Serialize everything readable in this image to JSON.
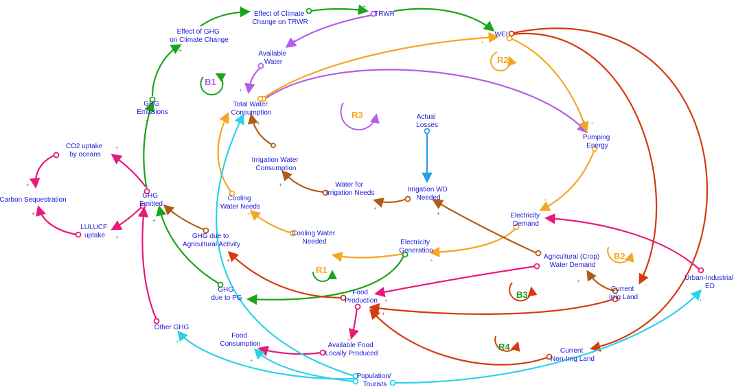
{
  "colors": {
    "text": "#1a1ad6",
    "green": "#1aa51a",
    "purple": "#b65ce8",
    "orange": "#f5a623",
    "brown": "#b35b14",
    "red": "#d63a0f",
    "pink": "#e8197b",
    "cyan": "#2ad3e8",
    "blue": "#2a9ee8"
  },
  "nodes": {
    "effect_ghg_climate": [
      "Effect of GHG",
      "on Climate Change"
    ],
    "effect_climate_trwr": [
      "Effect of Climate",
      "Change on TRWR"
    ],
    "trwr": [
      "TRWR"
    ],
    "wei": [
      "WEI"
    ],
    "available_water": [
      "Available",
      "Water"
    ],
    "ghg_emissions": [
      "GHG",
      "Emissions"
    ],
    "total_water": [
      "Total Water",
      "Consumption"
    ],
    "co2_oceans": [
      "CO2 uptake",
      "by oceans"
    ],
    "carbon_seq": [
      "Carbon Sequestration"
    ],
    "lulucf": [
      "LULUCF",
      "uptake"
    ],
    "ghg_emitted": [
      "GHG",
      "Emitted"
    ],
    "irrigation_cons": [
      "Irrigation Water",
      "Consumption"
    ],
    "actual_losses": [
      "Actual",
      "Losses"
    ],
    "pumping_energy": [
      "Pumping",
      "Energy"
    ],
    "water_irrig_needs": [
      "Water for",
      "Irrigation Needs"
    ],
    "irrig_wd": [
      "Irrigation WD",
      "Needed"
    ],
    "cooling_needs": [
      "Cooling",
      "Water Needs"
    ],
    "cooling_needed": [
      "Cooling Water",
      "Needed"
    ],
    "ghg_agri": [
      "GHG due to",
      "Agricultural Activity"
    ],
    "elec_demand": [
      "Electricity",
      "Demand"
    ],
    "elec_gen": [
      "Electricity",
      "Generation"
    ],
    "agri_demand": [
      "Agricultural (Crop)",
      "Water Demand"
    ],
    "urban_ed": [
      "Urban-Industrial",
      "ED"
    ],
    "ghg_pg": [
      "GHG",
      "due to PG"
    ],
    "food_prod": [
      "Food",
      "Production"
    ],
    "current_irrig": [
      "Current",
      "Irrig Land"
    ],
    "other_ghg": [
      "Other GHG"
    ],
    "food_cons": [
      "Food",
      "Consumption"
    ],
    "avail_food": [
      "Available Food",
      "Locally Produced"
    ],
    "current_nonirrig": [
      "Current",
      "Non-Irrig Land"
    ],
    "population": [
      "Population/",
      "Tourists"
    ]
  },
  "loops": {
    "B1": "B1",
    "R2": "R2",
    "R3": "R3",
    "B2": "B2",
    "R1": "R1",
    "B3": "B3",
    "R4": "R4"
  },
  "signs": {
    "plus": "+",
    "minus": "-"
  }
}
